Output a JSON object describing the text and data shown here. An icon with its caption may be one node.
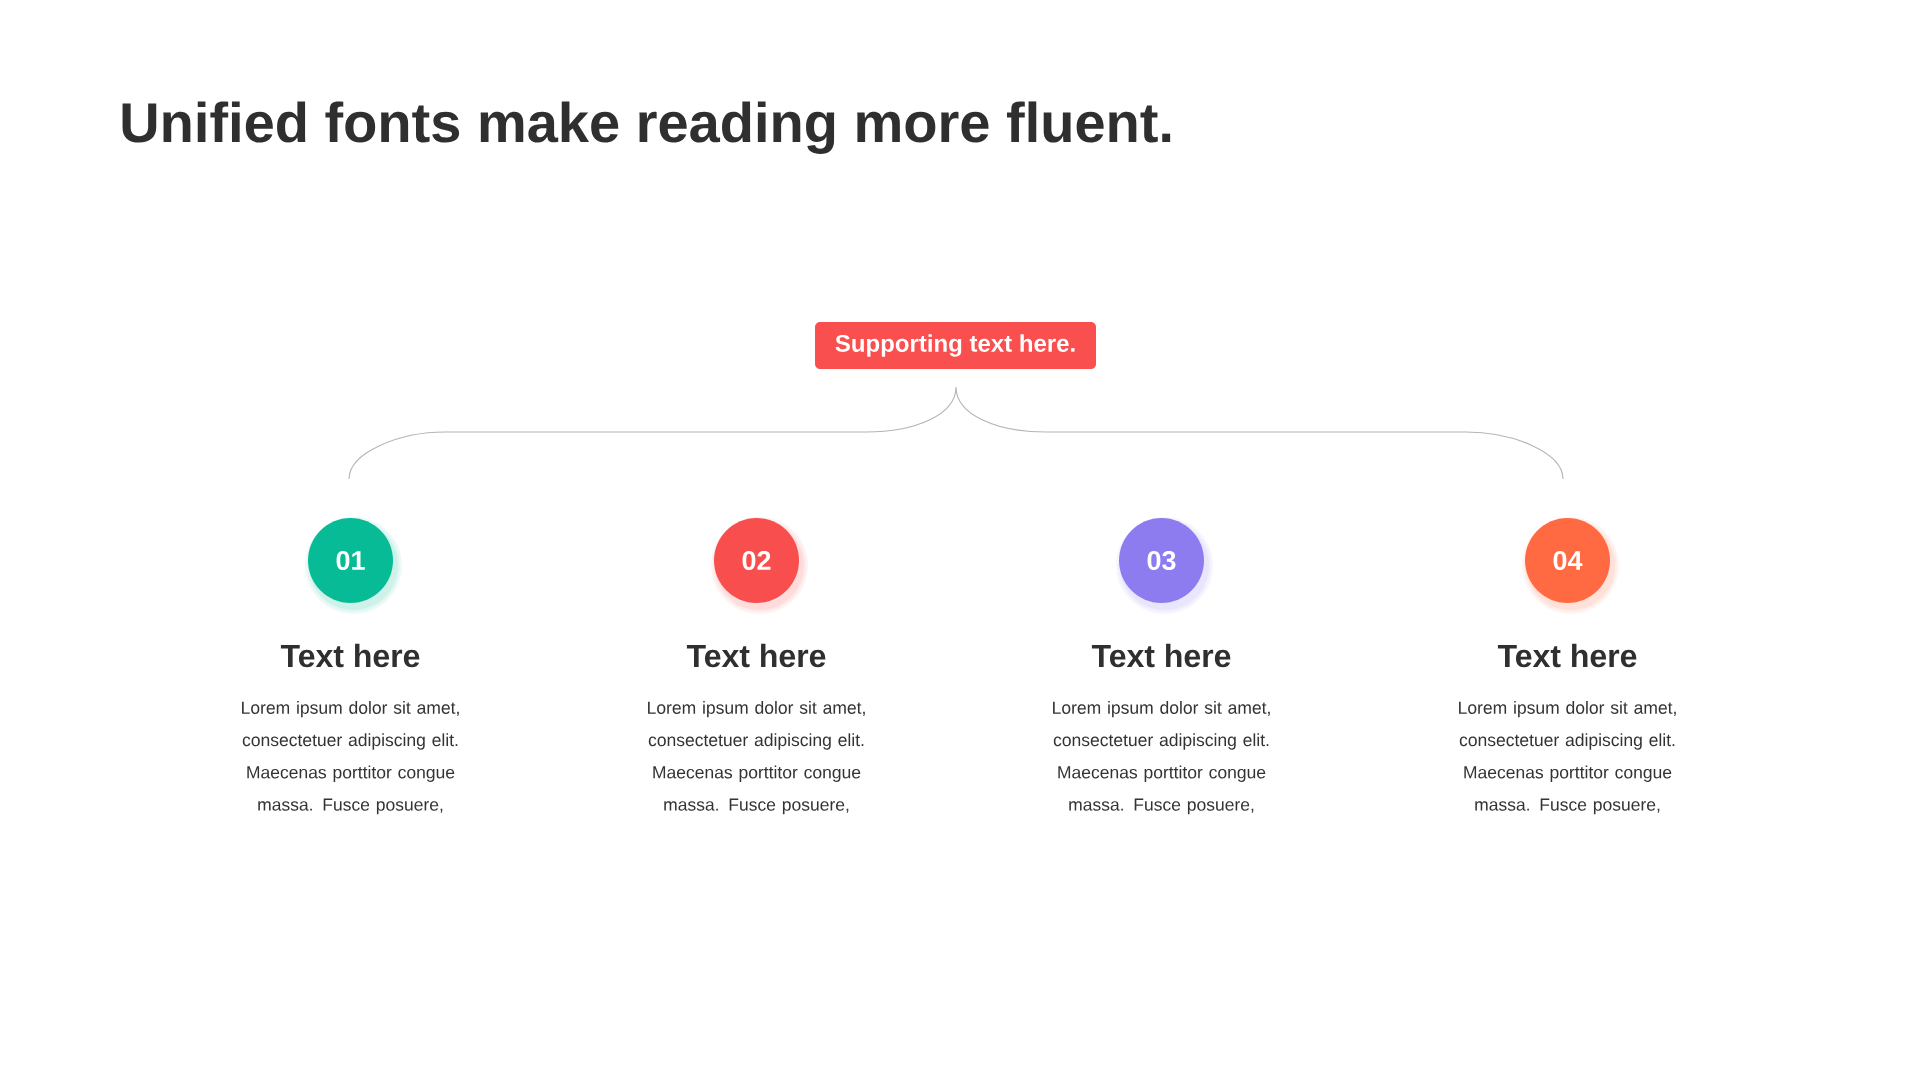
{
  "diagram": {
    "title": "Unified fonts make reading more fluent.",
    "nodes": [
      {
        "text": [
          "Supporting text here."
        ]
      },
      {
        "text": [
          "01"
        ],
        "beside": [
          "Text here",
          "Lorem ipsum dolor sit amet, consectetuer adipiscing elit. Maecenas porttitor congue massa. Fusce posuere,"
        ]
      },
      {
        "text": [
          "02"
        ],
        "beside": [
          "Text here",
          "Lorem ipsum dolor sit amet, consectetuer adipiscing elit. Maecenas porttitor congue massa. Fusce posuere,"
        ]
      },
      {
        "text": [
          "03"
        ],
        "beside": [
          "Text here",
          "Lorem ipsum dolor sit amet, consectetuer adipiscing elit. Maecenas porttitor congue massa. Fusce posuere,"
        ]
      },
      {
        "text": [
          "04"
        ],
        "beside": [
          "Text here",
          "Lorem ipsum dolor sit amet, consectetuer adipiscing elit. Maecenas porttitor congue massa. Fusce posuere,"
        ]
      }
    ]
  }
}
